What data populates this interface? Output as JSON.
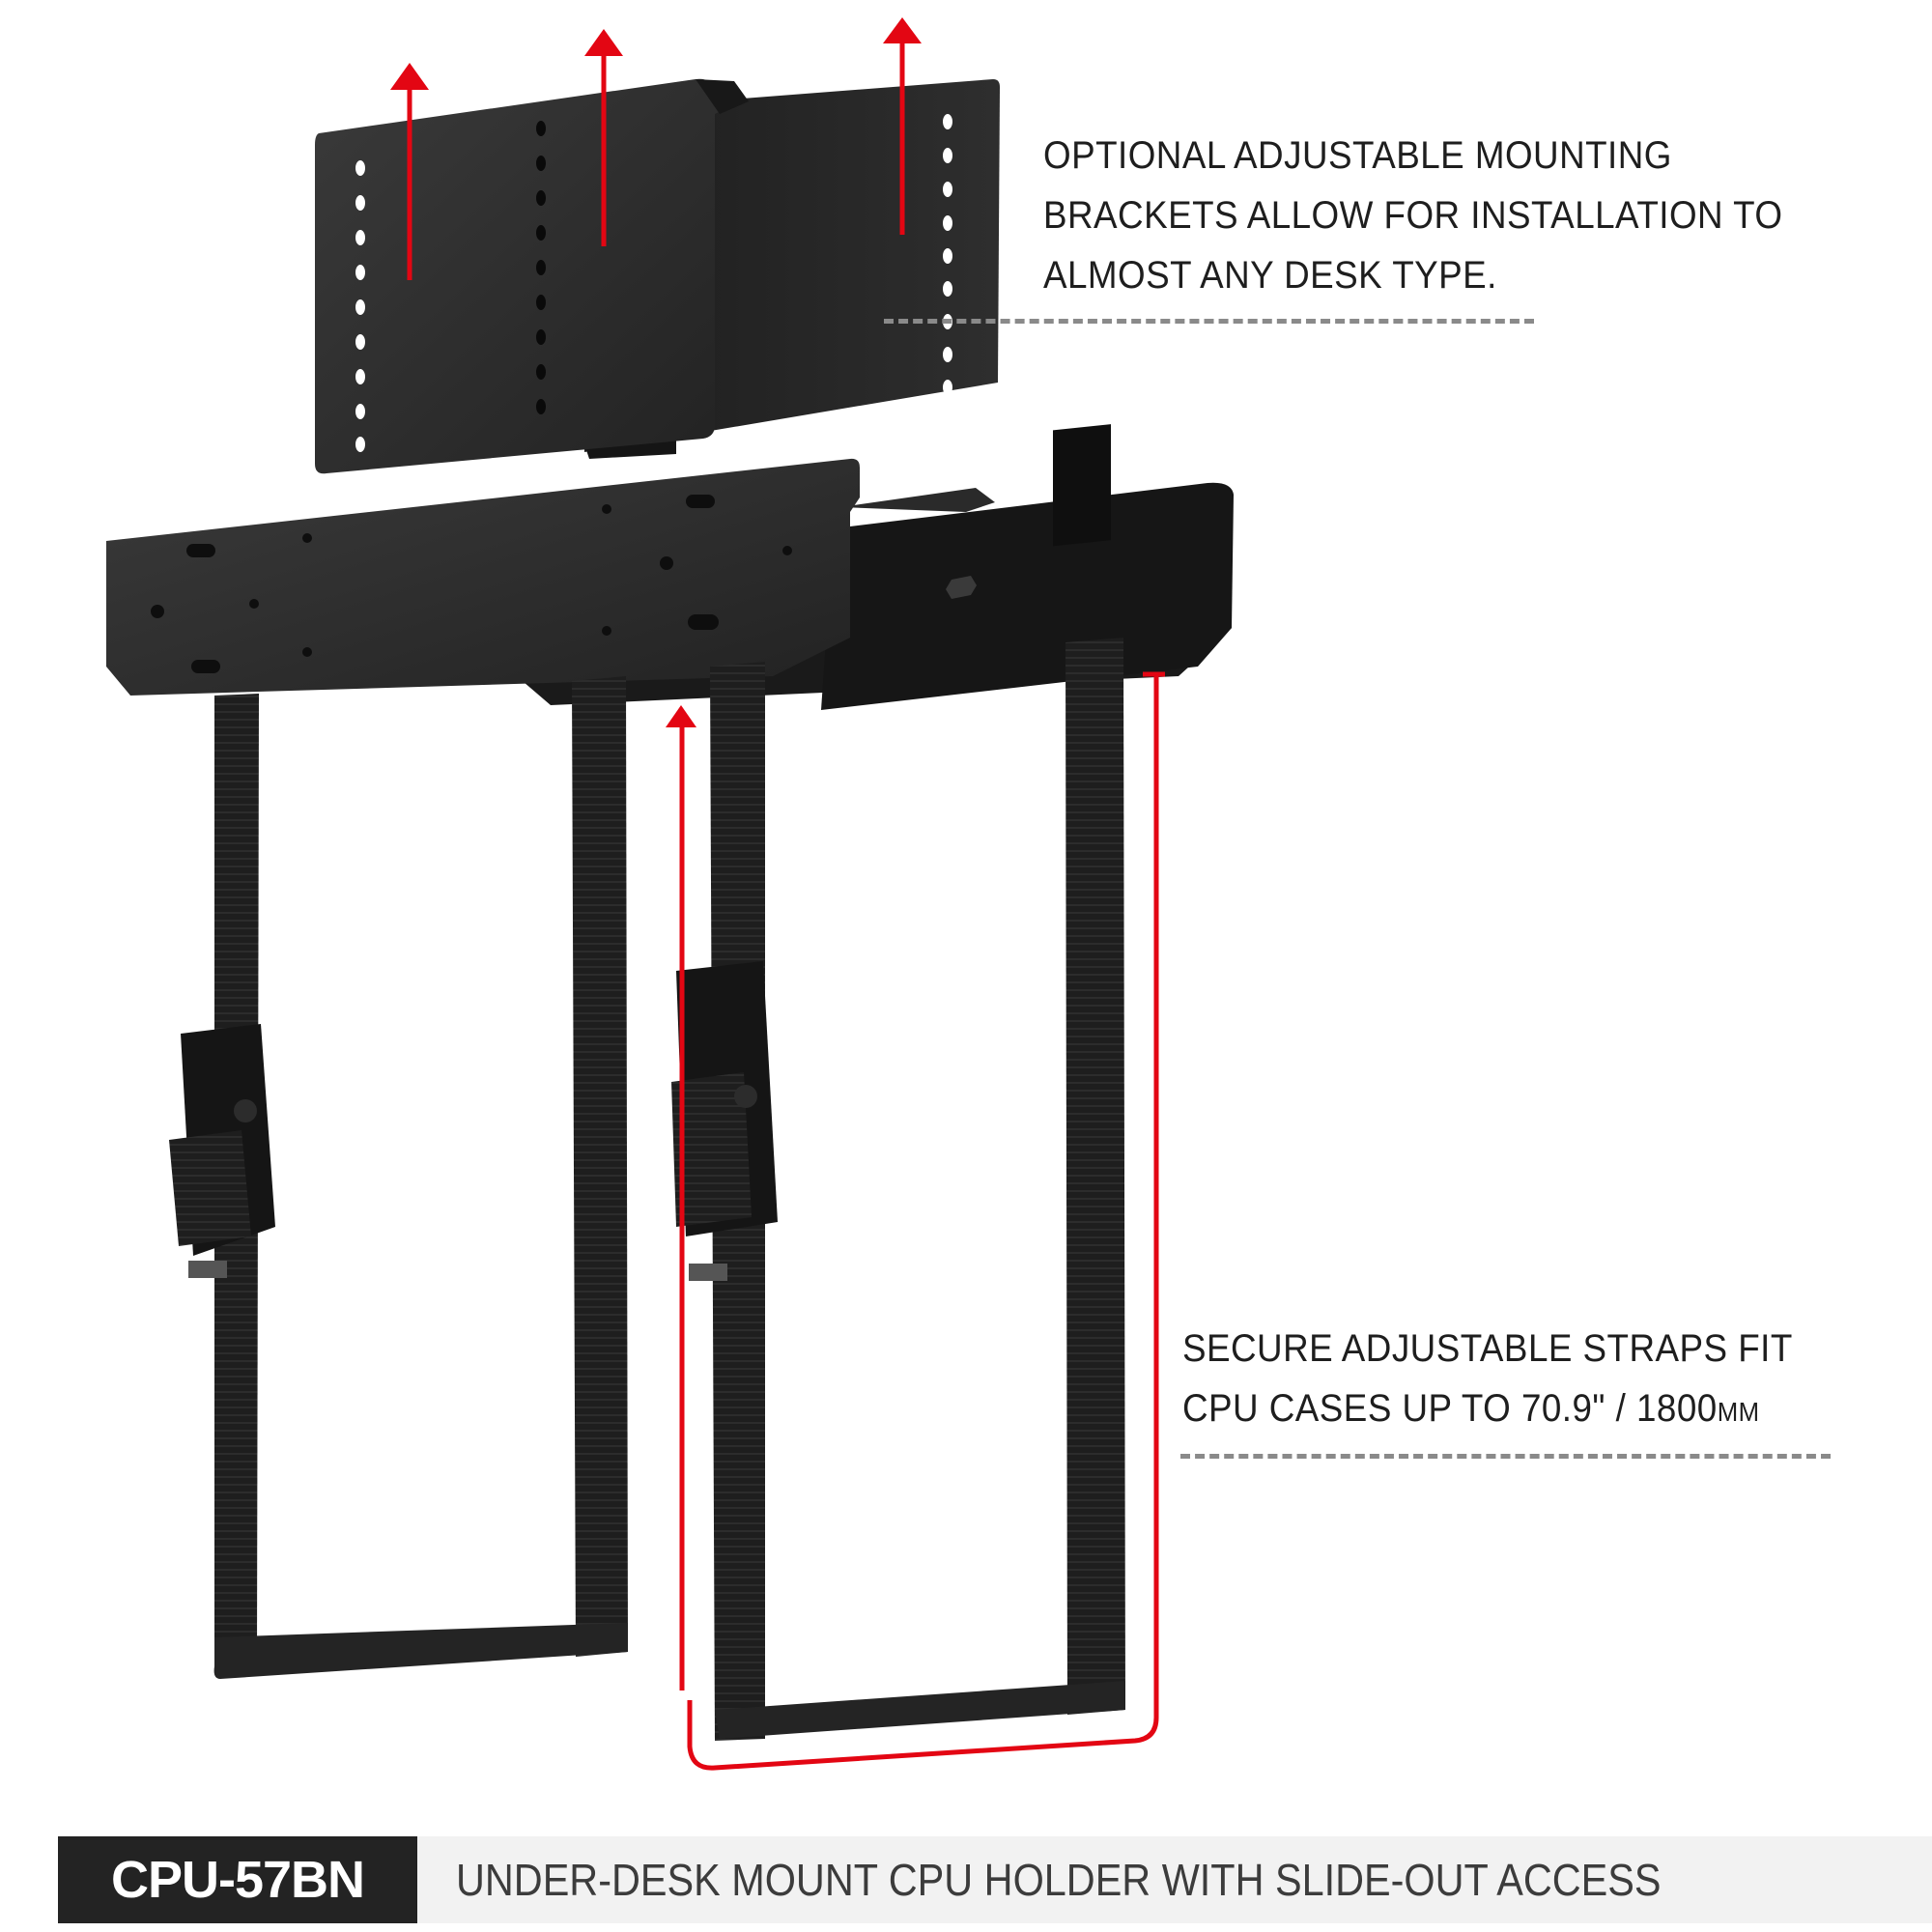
{
  "callouts": [
    {
      "lines": [
        "OPTIONAL ADJUSTABLE MOUNTING",
        "BRACKETS ALLOW FOR INSTALLATION TO",
        "ALMOST ANY DESK TYPE."
      ]
    },
    {
      "lines": [
        "SECURE ADJUSTABLE STRAPS FIT",
        "CPU CASES UP TO 70.9\" / 1800"
      ],
      "unit": "MM"
    }
  ],
  "footer": {
    "model": "CPU-57BN",
    "title": "UNDER-DESK MOUNT CPU HOLDER WITH SLIDE-OUT ACCESS"
  },
  "colors": {
    "accent_red": "#e30613",
    "metal_dark": "#2a2a2a",
    "strap": "#1c1c1c",
    "dash_grey": "#8a8a8a",
    "footer_dark": "#232323",
    "footer_light": "#f2f2f2"
  },
  "icons": {
    "arrows": [
      "up-arrow-icon",
      "up-arrow-icon",
      "up-arrow-icon",
      "up-arrow-icon"
    ],
    "dimension": "height-dimension-bracket-icon"
  }
}
